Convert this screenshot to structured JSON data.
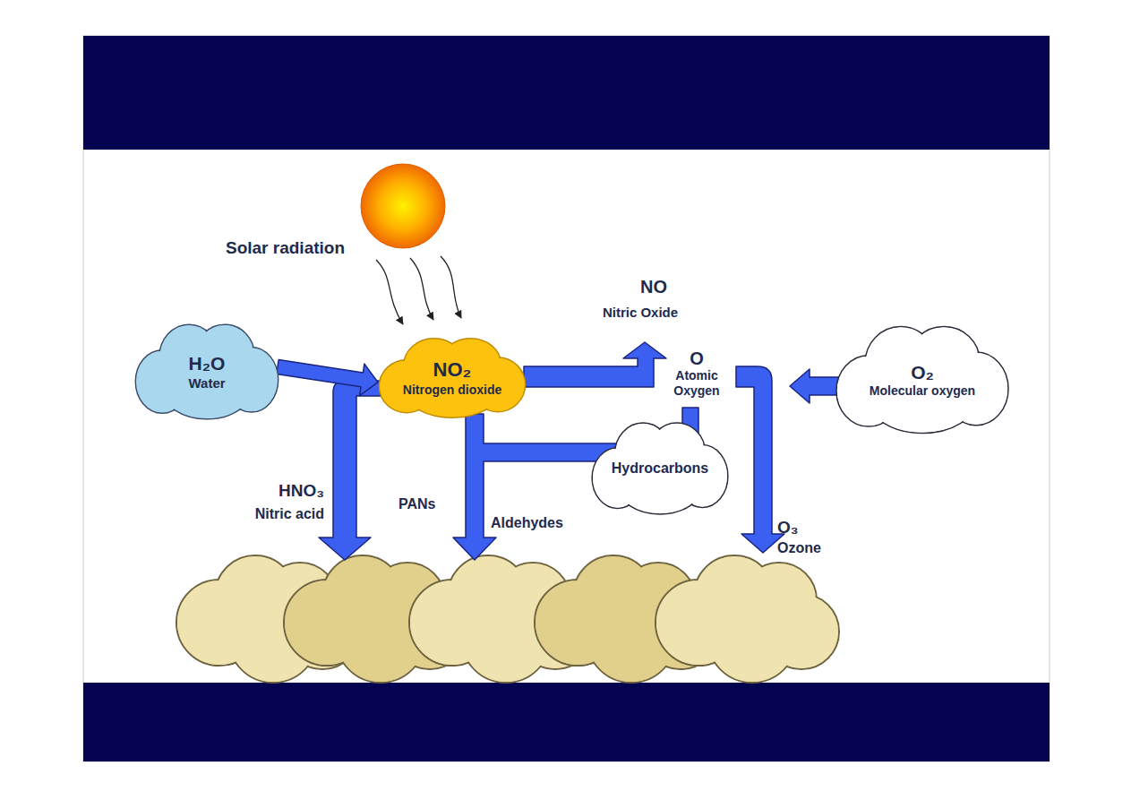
{
  "diagram": {
    "nodes": [
      {
        "text": [
          "H₂O",
          "Water"
        ]
      },
      {
        "text": [
          "NO₂",
          "Nitrogen dioxide"
        ]
      },
      {
        "text": [
          "O₂",
          "Molecular oxygen"
        ]
      },
      {
        "text": [
          "Hydrocarbons"
        ]
      }
    ],
    "edges": [
      {
        "from": 0,
        "to": 1,
        "arrow": "to"
      }
    ],
    "labels": [
      "Solar radiation",
      "NO",
      "Nitric Oxide",
      "O",
      "Atomic Oxygen",
      "HNO₃",
      "Nitric acid",
      "PANs",
      "Aldehydes",
      "O₃",
      "Ozone"
    ]
  }
}
